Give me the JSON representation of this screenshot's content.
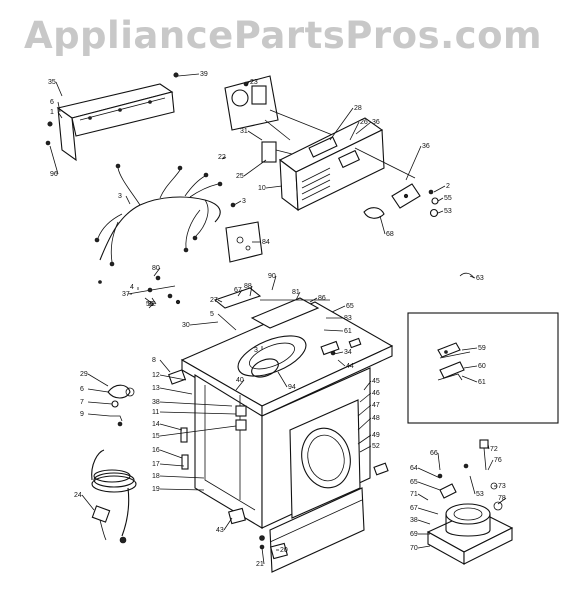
{
  "watermark": {
    "text": "AppliancePartsPros.com"
  },
  "callouts": [
    {
      "label": "35"
    },
    {
      "label": "39"
    },
    {
      "label": "6"
    },
    {
      "label": "1"
    },
    {
      "label": "96"
    },
    {
      "label": "23"
    },
    {
      "label": "22"
    },
    {
      "label": "31"
    },
    {
      "label": "25"
    },
    {
      "label": "10"
    },
    {
      "label": "28"
    },
    {
      "label": "26"
    },
    {
      "label": "36"
    },
    {
      "label": "36"
    },
    {
      "label": "2"
    },
    {
      "label": "55"
    },
    {
      "label": "53"
    },
    {
      "label": "68"
    },
    {
      "label": "3"
    },
    {
      "label": "3"
    },
    {
      "label": "84"
    },
    {
      "label": "80"
    },
    {
      "label": "82"
    },
    {
      "label": "63"
    },
    {
      "label": "67"
    },
    {
      "label": "88"
    },
    {
      "label": "90"
    },
    {
      "label": "81"
    },
    {
      "label": "86"
    },
    {
      "label": "27"
    },
    {
      "label": "65"
    },
    {
      "label": "83"
    },
    {
      "label": "61"
    },
    {
      "label": "30"
    },
    {
      "label": "5"
    },
    {
      "label": "3"
    },
    {
      "label": "34"
    },
    {
      "label": "44"
    },
    {
      "label": "8"
    },
    {
      "label": "12"
    },
    {
      "label": "13"
    },
    {
      "label": "29"
    },
    {
      "label": "6"
    },
    {
      "label": "7"
    },
    {
      "label": "9"
    },
    {
      "label": "38"
    },
    {
      "label": "11"
    },
    {
      "label": "14"
    },
    {
      "label": "15"
    },
    {
      "label": "16"
    },
    {
      "label": "17"
    },
    {
      "label": "18"
    },
    {
      "label": "19"
    },
    {
      "label": "45"
    },
    {
      "label": "46"
    },
    {
      "label": "47"
    },
    {
      "label": "48"
    },
    {
      "label": "49"
    },
    {
      "label": "52"
    },
    {
      "label": "43"
    },
    {
      "label": "20"
    },
    {
      "label": "21"
    },
    {
      "label": "24"
    },
    {
      "label": "59"
    },
    {
      "label": "60"
    },
    {
      "label": "61"
    },
    {
      "label": "72"
    },
    {
      "label": "76"
    },
    {
      "label": "64"
    },
    {
      "label": "66"
    },
    {
      "label": "65"
    },
    {
      "label": "71"
    },
    {
      "label": "67"
    },
    {
      "label": "38"
    },
    {
      "label": "69"
    },
    {
      "label": "70"
    },
    {
      "label": "73"
    },
    {
      "label": "78"
    },
    {
      "label": "94"
    },
    {
      "label": "40"
    },
    {
      "label": "53"
    },
    {
      "label": "4"
    },
    {
      "label": "37"
    },
    {
      "label": "50"
    }
  ]
}
